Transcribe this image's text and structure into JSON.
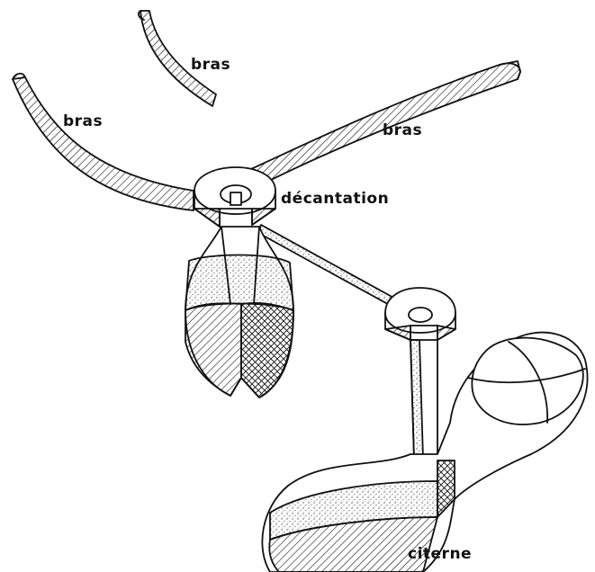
{
  "labels": {
    "bras_top": "bras",
    "bras_left": "bras",
    "bras_right": "bras",
    "decantation": "décantation",
    "citerne": "citerne"
  },
  "colors": {
    "ink": "#111111",
    "background": "#ffffff"
  }
}
